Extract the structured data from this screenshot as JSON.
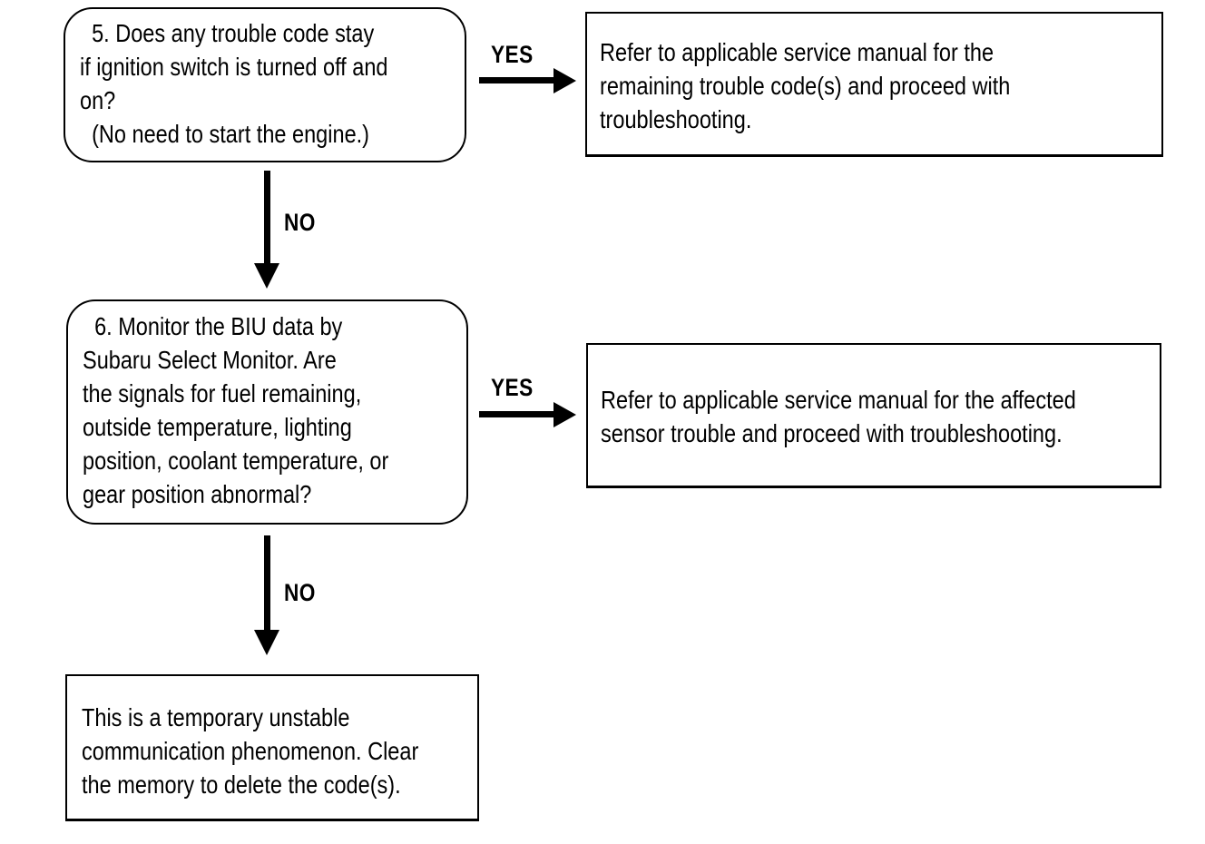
{
  "diagram": {
    "type": "flowchart",
    "colors": {
      "ink": "#000000",
      "background": "#ffffff"
    },
    "nodes": [
      {
        "id": "step-5-question",
        "shape": "rounded",
        "role": "decision",
        "lines": [
          "  5. Does any trouble code stay",
          "if ignition switch is turned off and",
          "on?",
          "  (No need to start the engine.)"
        ]
      },
      {
        "id": "refer-remaining-codes",
        "shape": "rectangle",
        "role": "action",
        "lines": [
          "Refer to applicable service manual for the",
          "remaining trouble code(s) and proceed with",
          "troubleshooting."
        ]
      },
      {
        "id": "step-6-question",
        "shape": "rounded",
        "role": "decision",
        "lines": [
          "  6. Monitor the BIU data by",
          "Subaru Select Monitor. Are",
          "the signals for fuel remaining,",
          "outside temperature, lighting",
          "position, coolant temperature, or",
          "gear position abnormal?"
        ]
      },
      {
        "id": "refer-affected-sensor",
        "shape": "rectangle",
        "role": "action",
        "lines": [
          "Refer to applicable service manual for the affected",
          "sensor trouble and proceed with troubleshooting."
        ]
      },
      {
        "id": "clear-memory",
        "shape": "rectangle",
        "role": "terminal",
        "lines": [
          "This is a temporary unstable",
          "communication phenomenon. Clear",
          "the memory to delete the code(s)."
        ]
      }
    ],
    "edges": [
      {
        "from": "step-5-question",
        "to": "refer-remaining-codes",
        "label": "YES",
        "direction": "right"
      },
      {
        "from": "step-5-question",
        "to": "step-6-question",
        "label": "NO",
        "direction": "down"
      },
      {
        "from": "step-6-question",
        "to": "refer-affected-sensor",
        "label": "YES",
        "direction": "right"
      },
      {
        "from": "step-6-question",
        "to": "clear-memory",
        "label": "NO",
        "direction": "down"
      }
    ]
  }
}
